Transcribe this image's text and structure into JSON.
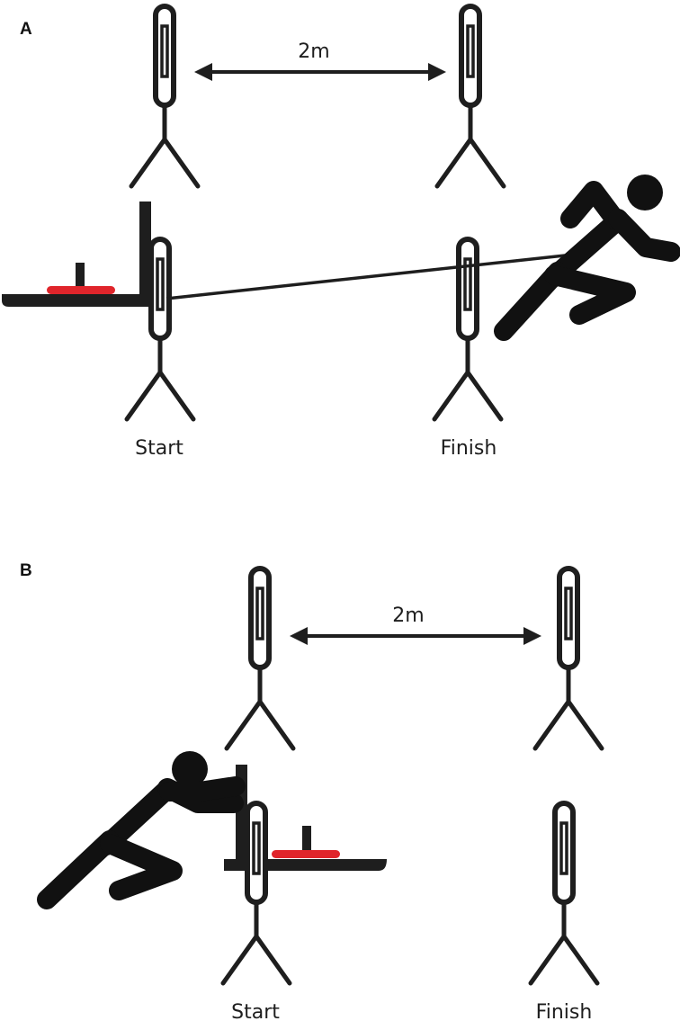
{
  "colors": {
    "ink": "#1e1e1e",
    "sled_plate": "#e0252b",
    "background": "#ffffff"
  },
  "panels": [
    {
      "letter": "A",
      "distance_label": "2m",
      "start_label": "Start",
      "finish_label": "Finish",
      "mode": "sled-pull"
    },
    {
      "letter": "B",
      "distance_label": "2m",
      "start_label": "Start",
      "finish_label": "Finish",
      "mode": "sled-push"
    }
  ],
  "icons": [
    "timing-gate-icon",
    "sled-icon",
    "sprinter-icon",
    "pusher-icon",
    "double-arrow-icon"
  ]
}
